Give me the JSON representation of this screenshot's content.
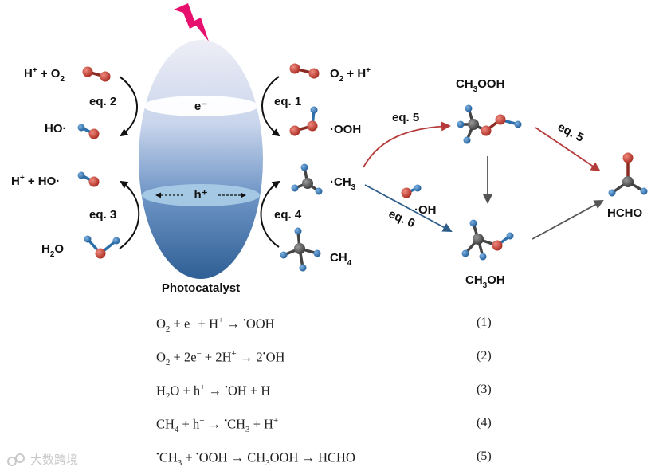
{
  "diagram": {
    "photocatalyst_label": "Photocatalyst",
    "electron_label": "e⁻",
    "hole_label": "h⁺",
    "left_top_species": {
      "h": "H",
      "plus": "+",
      "rest": " + O",
      "sub": "2"
    },
    "left_mid_species": "HO·",
    "left_low_species": {
      "h": "H",
      "plus": "+",
      "rest": " + HO·"
    },
    "left_bottom_species": {
      "main": "H",
      "sub": "2",
      "tail": "O"
    },
    "right_top_species": {
      "main": "O",
      "sub": "2",
      "tail": " + H",
      "sup": "+"
    },
    "right_mid_species": "·OOH",
    "right_low_species": {
      "main": "·CH",
      "sub": "3"
    },
    "right_bottom_species": {
      "main": "CH",
      "sub": "4"
    },
    "hydroxyl_radical": "·OH",
    "methyl_hydroperoxide": {
      "a": "CH",
      "sub": "3",
      "b": "OOH"
    },
    "methanol": {
      "a": "CH",
      "sub": "3",
      "b": "OH"
    },
    "formaldehyde": "HCHO",
    "eq_labels": {
      "eq1": "eq. 1",
      "eq2": "eq. 2",
      "eq3": "eq. 3",
      "eq4": "eq. 4",
      "eq5_top": "eq. 5",
      "eq5_diag": "eq. 5",
      "eq6": "eq. 6"
    },
    "colors": {
      "oxygen": "#c0392b",
      "carbon": "#555555",
      "hydrogen": "#2d6fa8",
      "arrow_red": "#b53a3a",
      "arrow_blue": "#2f5d8a",
      "arrow_gray": "#555555",
      "lightning": "#e8106e"
    }
  },
  "equations": [
    {
      "id": "1",
      "number": "(1)"
    },
    {
      "id": "2",
      "number": "(2)"
    },
    {
      "id": "3",
      "number": "(3)"
    },
    {
      "id": "4",
      "number": "(4)"
    },
    {
      "id": "5",
      "number": "(5)"
    }
  ],
  "watermark": {
    "text": "大数跨境"
  }
}
